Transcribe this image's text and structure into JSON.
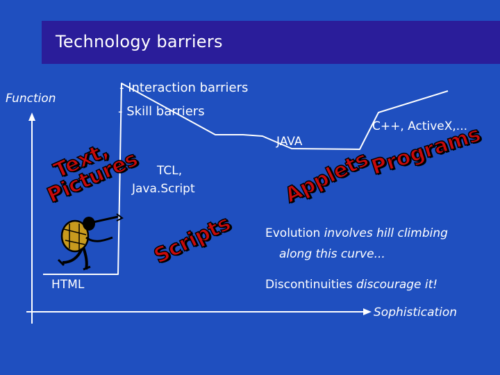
{
  "title": "Technology barriers",
  "axes": {
    "y_label": "Function",
    "x_label": "Sophistication"
  },
  "bullets": [
    "- Interaction barriers",
    "- Skill barriers"
  ],
  "stages": {
    "html": "HTML",
    "tcl_line1": "TCL,",
    "tcl_line2": "Java.Script",
    "java": "JAVA",
    "cpp": "C++, ActiveX,..."
  },
  "step_words": {
    "text": "Text,",
    "pictures": "Pictures",
    "scripts": "Scripts",
    "applets": "Applets",
    "programs": "Programs"
  },
  "notes": {
    "evolution_bold": "Evolution",
    "evolution_rest": "involves hill climbing",
    "evolution_line2": "along this curve...",
    "discontinuities_bold": "Discontinuities",
    "discontinuities_rest": "discourage it!"
  },
  "colors": {
    "background": "#1f4fbf",
    "title_bar": "#2a1d9a",
    "word_art": "#c80a0a",
    "text": "#ffffff"
  }
}
